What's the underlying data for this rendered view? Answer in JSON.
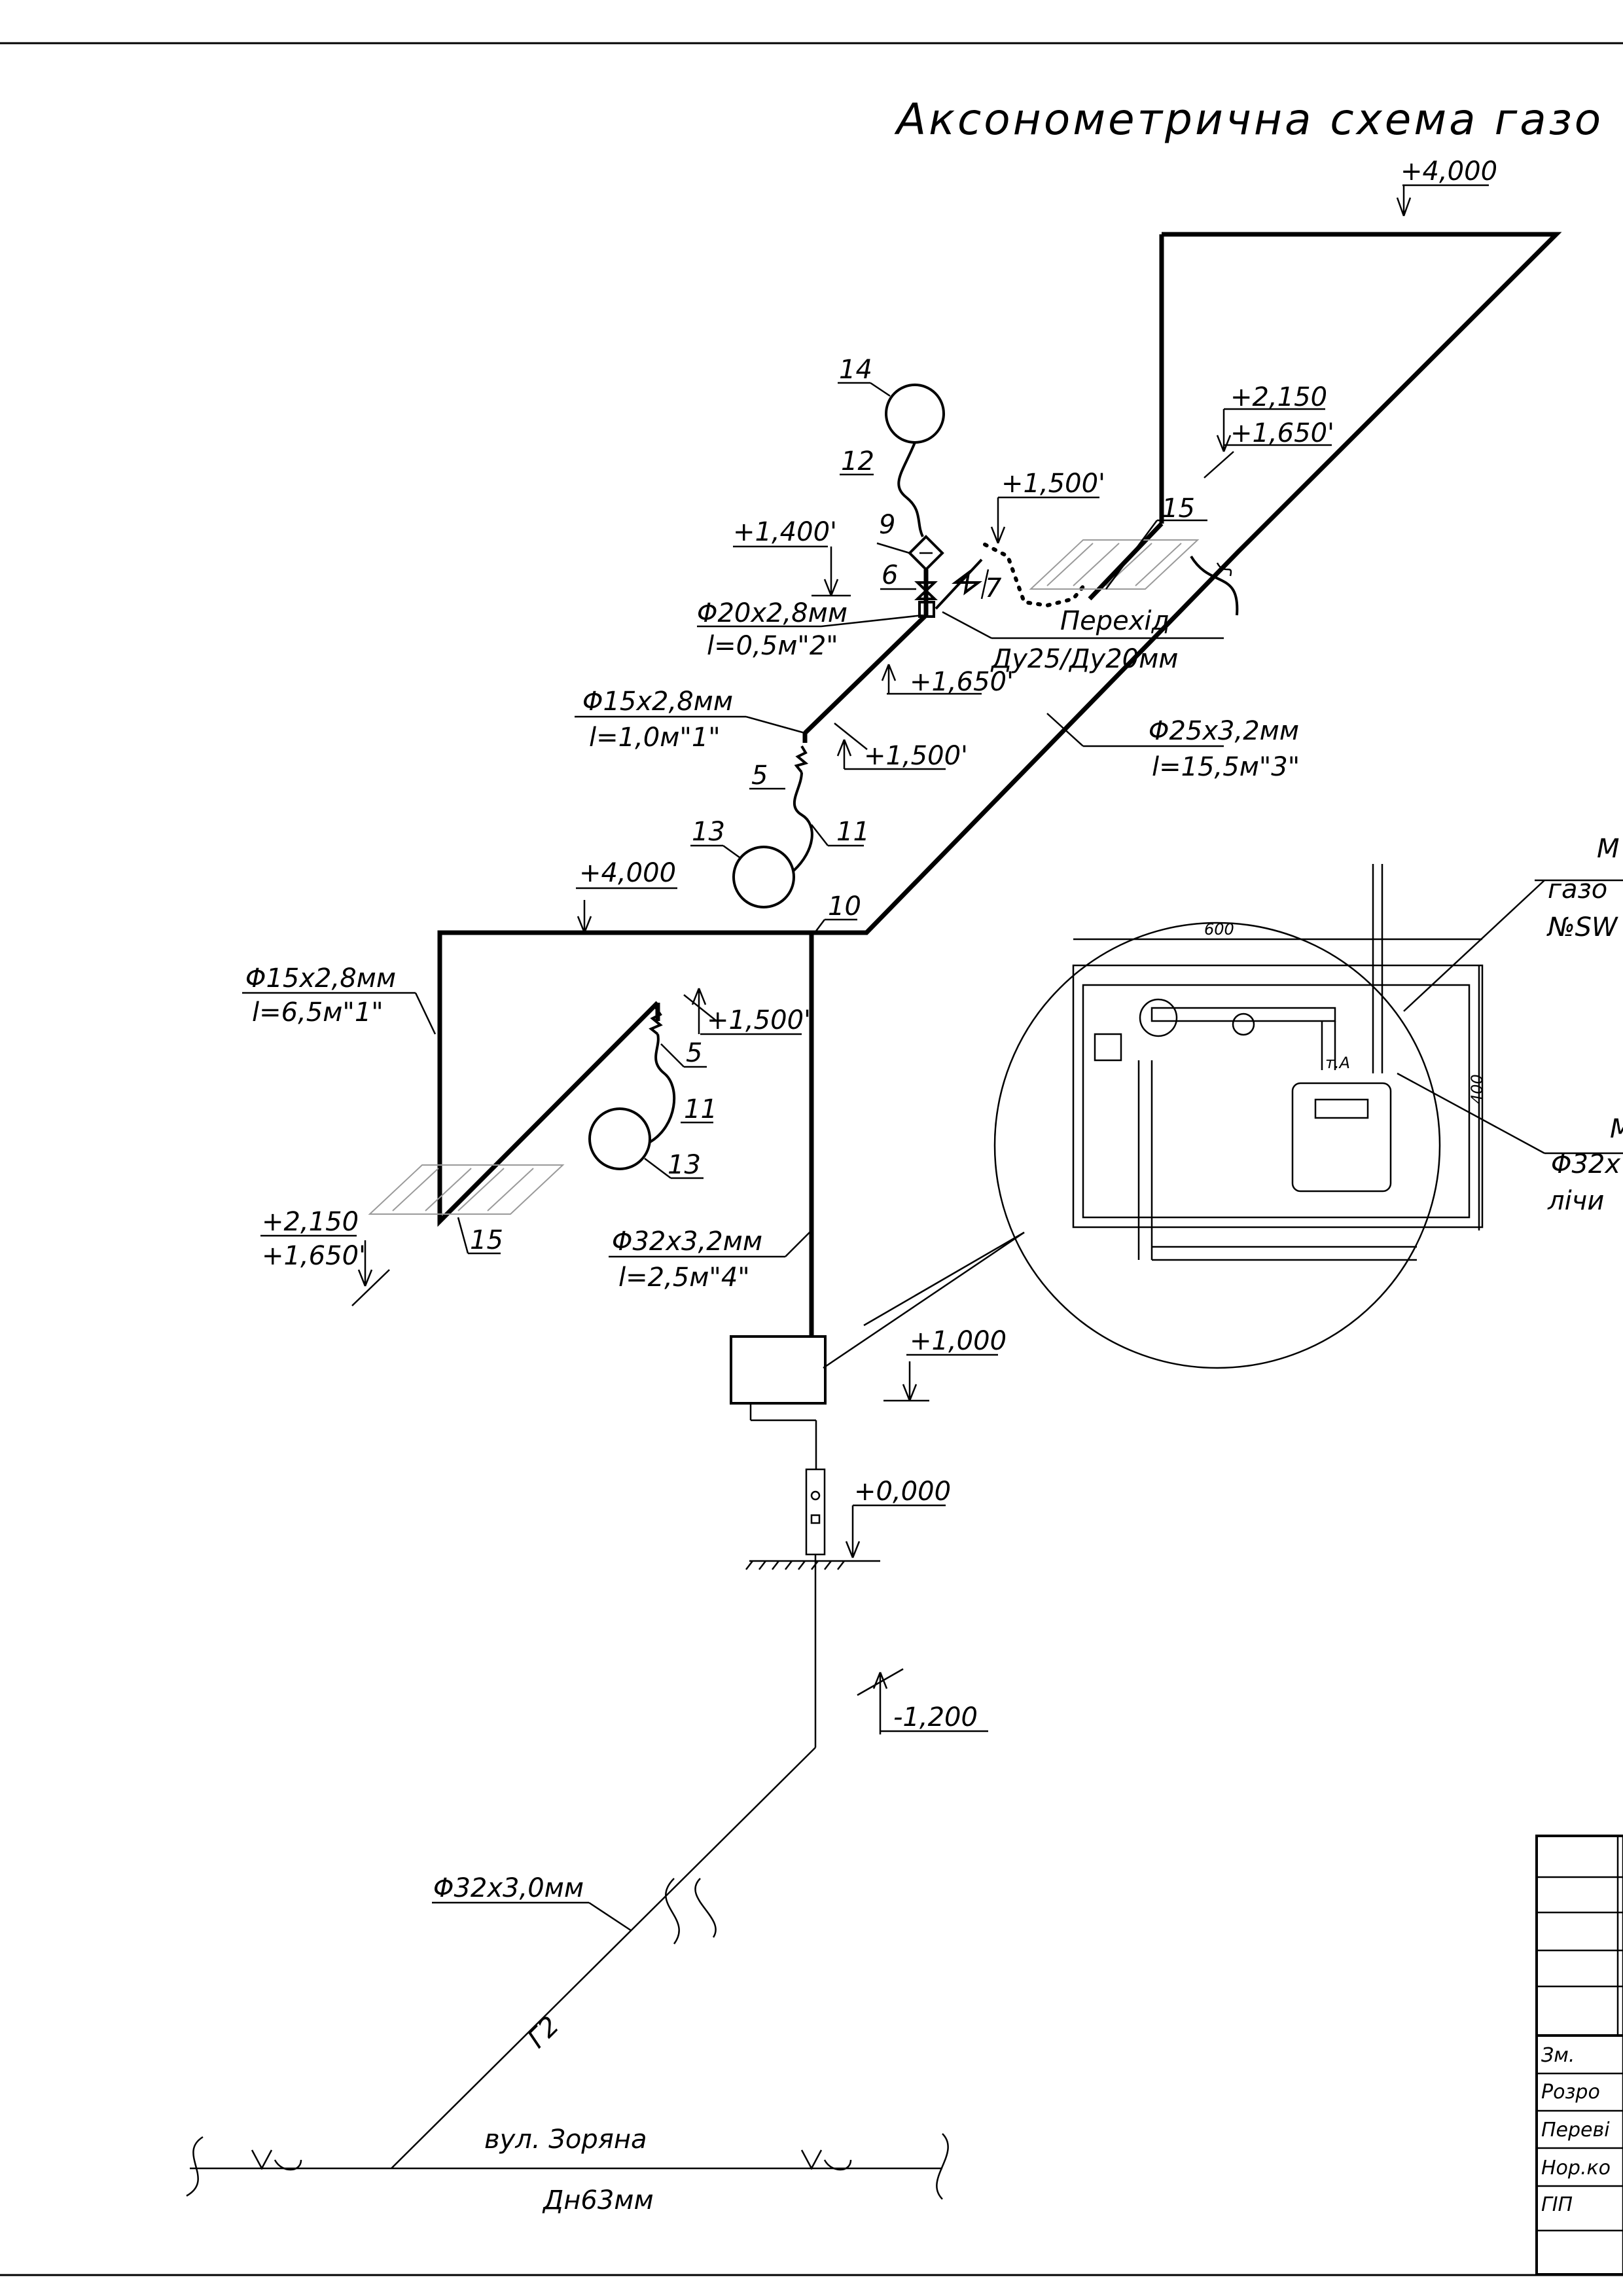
{
  "title": "Аксонометрична схема газо",
  "elevations": {
    "top_roof": "+4,000",
    "upper_right_1": "+2,150",
    "upper_right_2": "+1,650'",
    "heater_level": "+1,500'",
    "stove_level": "+1,400'",
    "riser_1650": "+1,650'",
    "riser_1500": "+1,500'",
    "left_top": "+4,000",
    "left_heater": "+1,500'",
    "left_bottom_1": "+2,150",
    "left_bottom_2": "+1,650'",
    "meter": "+1,000",
    "ground": "+0,000",
    "underground": "-1,200"
  },
  "pipes": {
    "p20_size": "Φ20х2,8мм",
    "p20_len": "l=0,5м\"2\"",
    "p15a_size": "Φ15х2,8мм",
    "p15a_len": "l=1,0м\"1\"",
    "p25_size": "Φ25х3,2мм",
    "p25_len": "l=15,5м\"3\"",
    "p15b_size": "Φ15х2,8мм",
    "p15b_len": "l=6,5м\"1\"",
    "p32_size": "Φ32х3,2мм",
    "p32_len": "l=2,5м\"4\"",
    "p32u_size": "Φ32х3,0мм",
    "transition_1": "Перехід",
    "transition_2": "Ду25/Ду20мм"
  },
  "positions": {
    "n14": "14",
    "n12": "12",
    "n9": "9",
    "n6": "6",
    "n7": "7",
    "n15a": "15",
    "n5a": "5",
    "n11a": "11",
    "n13a": "13",
    "n10": "10",
    "n5b": "5",
    "n11b": "11",
    "n13b": "13",
    "n15b": "15"
  },
  "street": {
    "name": "вул. Зоряна",
    "diameter": "Дн63мм",
    "line_code": "Г2"
  },
  "detail": {
    "dim_width": "600",
    "dim_height": "400",
    "point_label": "т.А",
    "callout_1": "М",
    "callout_2": "газо",
    "callout_3": "№SW",
    "callout_4": "М",
    "callout_5": "Φ32х",
    "callout_6": "лічи"
  },
  "title_block": {
    "row_change": "Зм.",
    "row_dev": "Розро",
    "row_check": "Переві",
    "row_norm": "Нор.ко",
    "row_gip": "ГІП"
  }
}
